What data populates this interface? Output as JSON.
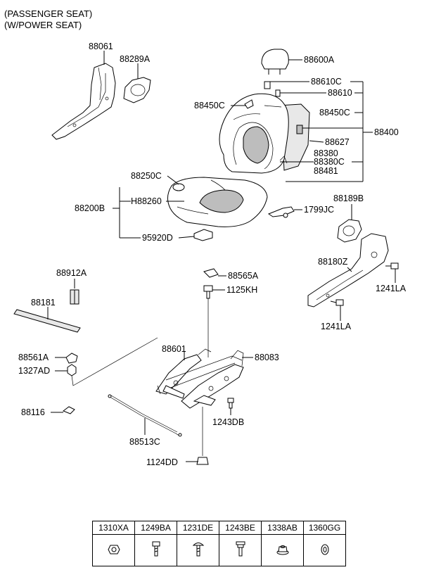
{
  "header": {
    "line1": "(PASSENGER SEAT)",
    "line2": "(W/POWER SEAT)"
  },
  "labels": {
    "l88061": "88061",
    "l88289A": "88289A",
    "l88600A": "88600A",
    "l88610C": "88610C",
    "l88610": "88610",
    "l88450C_left": "88450C",
    "l88450C_right": "88450C",
    "l88400": "88400",
    "l88627": "88627",
    "l88380": "88380",
    "l88380C": "88380C",
    "l88481": "88481",
    "l88250C": "88250C",
    "l88200B": "88200B",
    "lH88260": "H88260",
    "l95920D": "95920D",
    "l1799JC": "1799JC",
    "l88189B": "88189B",
    "l88180Z": "88180Z",
    "l1241LA_a": "1241LA",
    "l1241LA_b": "1241LA",
    "l88912A": "88912A",
    "l88181": "88181",
    "l88565A": "88565A",
    "l1125KH": "1125KH",
    "l88561A": "88561A",
    "l1327AD": "1327AD",
    "l88601": "88601",
    "l88083": "88083",
    "l88116": "88116",
    "l1243DB": "1243DB",
    "l88513C": "88513C",
    "l1124DD": "1124DD"
  },
  "fastener_table": {
    "headers": [
      "1310XA",
      "1249BA",
      "1231DE",
      "1243BE",
      "1338AB",
      "1360GG"
    ],
    "icons": [
      "hex-nut-icon",
      "screw-icon",
      "screw-icon",
      "bolt-icon",
      "flange-nut-icon",
      "washer-icon"
    ]
  }
}
